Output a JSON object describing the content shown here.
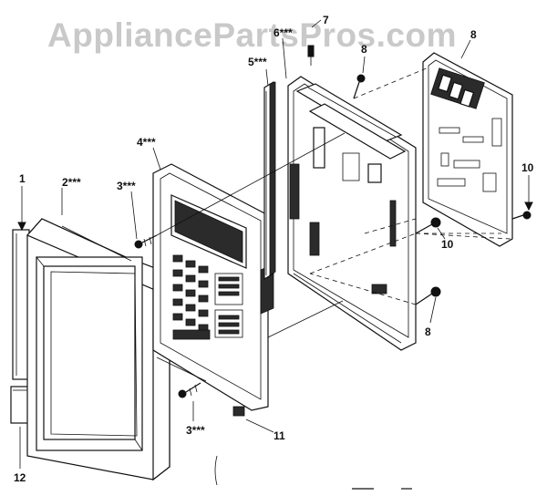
{
  "watermark": "AppliancePartsPros.com",
  "callouts": {
    "c1": "1",
    "c2": "2***",
    "c3a": "3***",
    "c3b": "3***",
    "c4": "4***",
    "c5": "5***",
    "c6": "6***",
    "c7": "7",
    "c8a": "8",
    "c8b": "8",
    "c8c": "8",
    "c10a": "10",
    "c10b": "10",
    "c11": "11",
    "c12": "12"
  }
}
